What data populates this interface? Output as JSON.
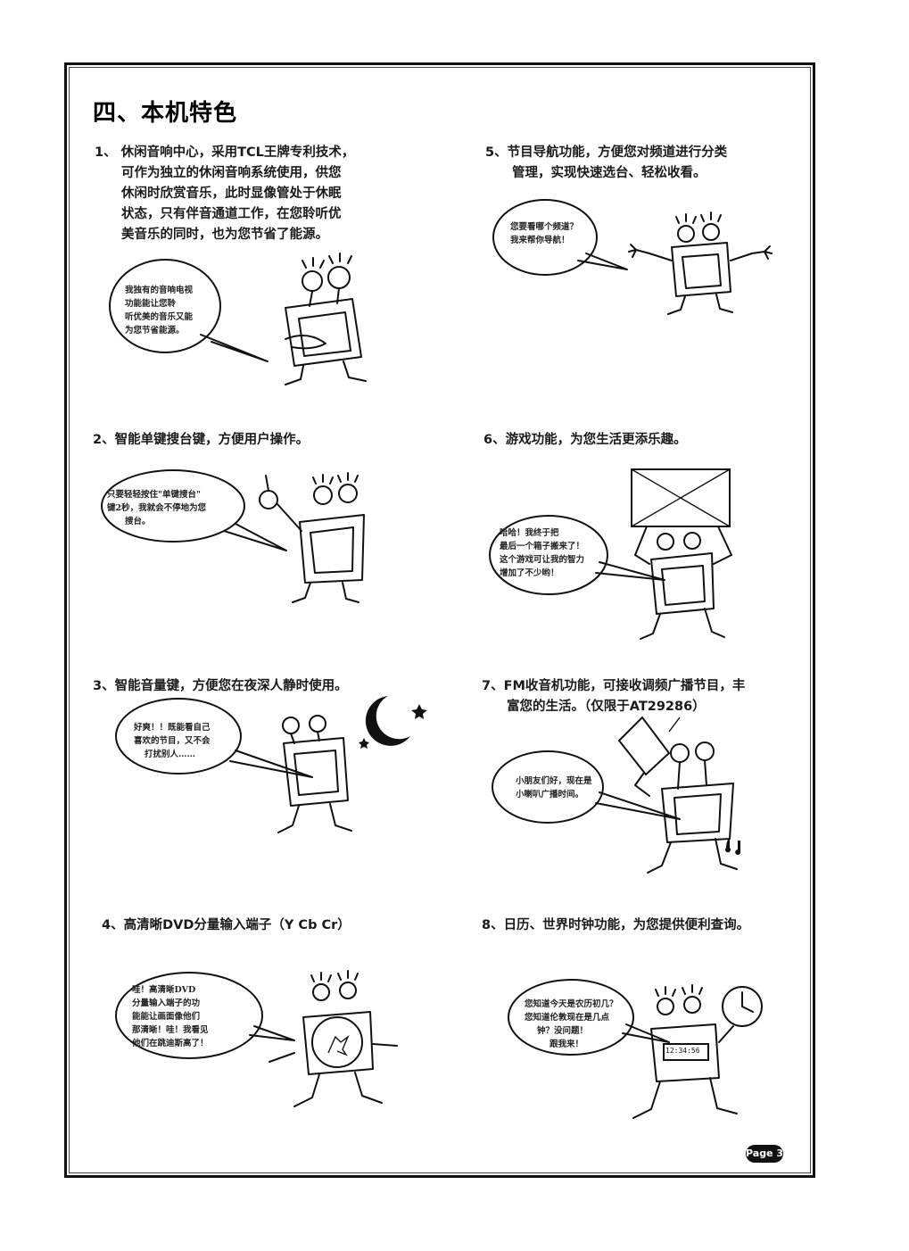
{
  "heading": "四、本机特色",
  "features": [
    {
      "lines": [
        "1、 休闲音响中心，采用TCL王牌专利技术，",
        "可作为独立的休闲音响系统使用，供您",
        "休闲时欣赏音乐，此时显像管处于休眠",
        "状态，只有伴音通道工作，在您聆听优",
        "美音乐的同时，也为您节省了能源。"
      ],
      "bubble": [
        "我独有的音响电视",
        "功能能让您聆",
        "听优美的音乐又能",
        "为您节省能源。"
      ]
    },
    {
      "lines": [
        "2、智能单键搜台键，方便用户操作。"
      ],
      "bubble": [
        "只要轻轻按住\"单键搜台\"",
        "键2秒，我就会不停地为您",
        "搜台。"
      ]
    },
    {
      "lines": [
        "3、智能音量键，方便您在夜深人静时使用。"
      ],
      "bubble": [
        "好爽！！既能看自己",
        "喜欢的节目，又不会",
        "打扰别人……"
      ]
    },
    {
      "lines": [
        "4、高清晰DVD分量输入端子（Y Cb Cr）"
      ],
      "bubble": [
        "哇！高清晰DVD",
        "分量输入端子的功",
        "能能让画面像他们",
        "那清晰！哇！我看见",
        "他们在跳迪斯高了！"
      ]
    },
    {
      "lines": [
        "5、节目导航功能，方便您对频道进行分类",
        "管理，实现快速选台、轻松收看。"
      ],
      "bubble": [
        "您要看哪个频道？",
        "我来帮你导航！"
      ]
    },
    {
      "lines": [
        "6、游戏功能，为您生活更添乐趣。"
      ],
      "bubble": [
        "哈哈！我终于把",
        "最后一个箱子搬来了！",
        "这个游戏可让我的智力",
        "增加了不少哟！"
      ]
    },
    {
      "lines": [
        "7、FM收音机功能，可接收调频广播节目，丰",
        "富您的生活。（仅限于AT29286）"
      ],
      "bubble": [
        "小朋友们好，现在是",
        "小喇叭广播时间。"
      ]
    },
    {
      "lines": [
        "8、日历、世界时钟功能，为您提供便利查询。"
      ],
      "bubble": [
        "您知道今天是农历初几？",
        "您知道伦敦现在是几点",
        "钟？没问题！",
        "跟我来！"
      ]
    }
  ],
  "clock_readout": "12:34:56",
  "page_label": "Page 3"
}
